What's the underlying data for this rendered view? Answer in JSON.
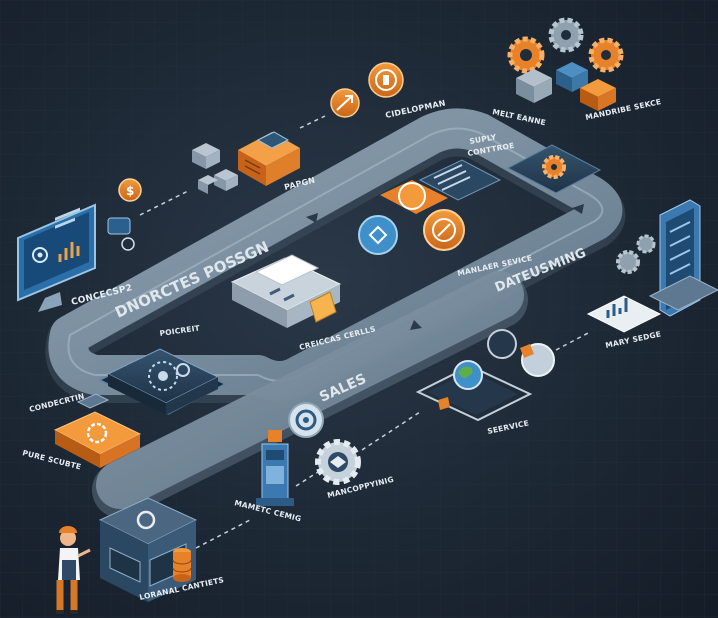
{
  "labels": {
    "concepts": "CONCECSP2",
    "papers": "PAPGN",
    "development": "CIDELOPMAN",
    "multi_service": "MELT EANNE",
    "maintenance_service": "MANDRIBE SEKCE",
    "supply_control": [
      "SUPLY",
      "CONTTROE"
    ],
    "process_design": "DNORCTES POSSGN",
    "manager_service": "MANLAER SEVICE",
    "datesumming": "DATEUSMING",
    "procurement": "POICREIT",
    "critical_control": "CREICCAS CERLLS",
    "sales": "SALES",
    "connection": "CONDECRTIN",
    "pure_scale": "PURE SCUBTE",
    "magic_coding": "MAMETC CEMIG",
    "manufacturing": "MANCOPPYINIG",
    "services": "SEERVICE",
    "market_service": "MARY SEDGE",
    "general_content": "LORANAL CANTIETS"
  },
  "colors": {
    "background": "#1b2633",
    "track": "#7a8d9d",
    "track_shadow": "#4c5d6c",
    "orange": "#e8822a",
    "orange_dark": "#b85c14",
    "blue_tile": "#2e4a66",
    "light_blue": "#4e8fc2",
    "label": "#e8edf2"
  },
  "icons": [
    "monitor-icon",
    "gear-icon",
    "coin-icon",
    "puzzle-icon",
    "server-icon",
    "arrow-icon",
    "chat-icon",
    "document-icon",
    "globe-icon",
    "database-icon",
    "worker-icon",
    "chart-icon",
    "robot-icon",
    "cube-icon"
  ]
}
